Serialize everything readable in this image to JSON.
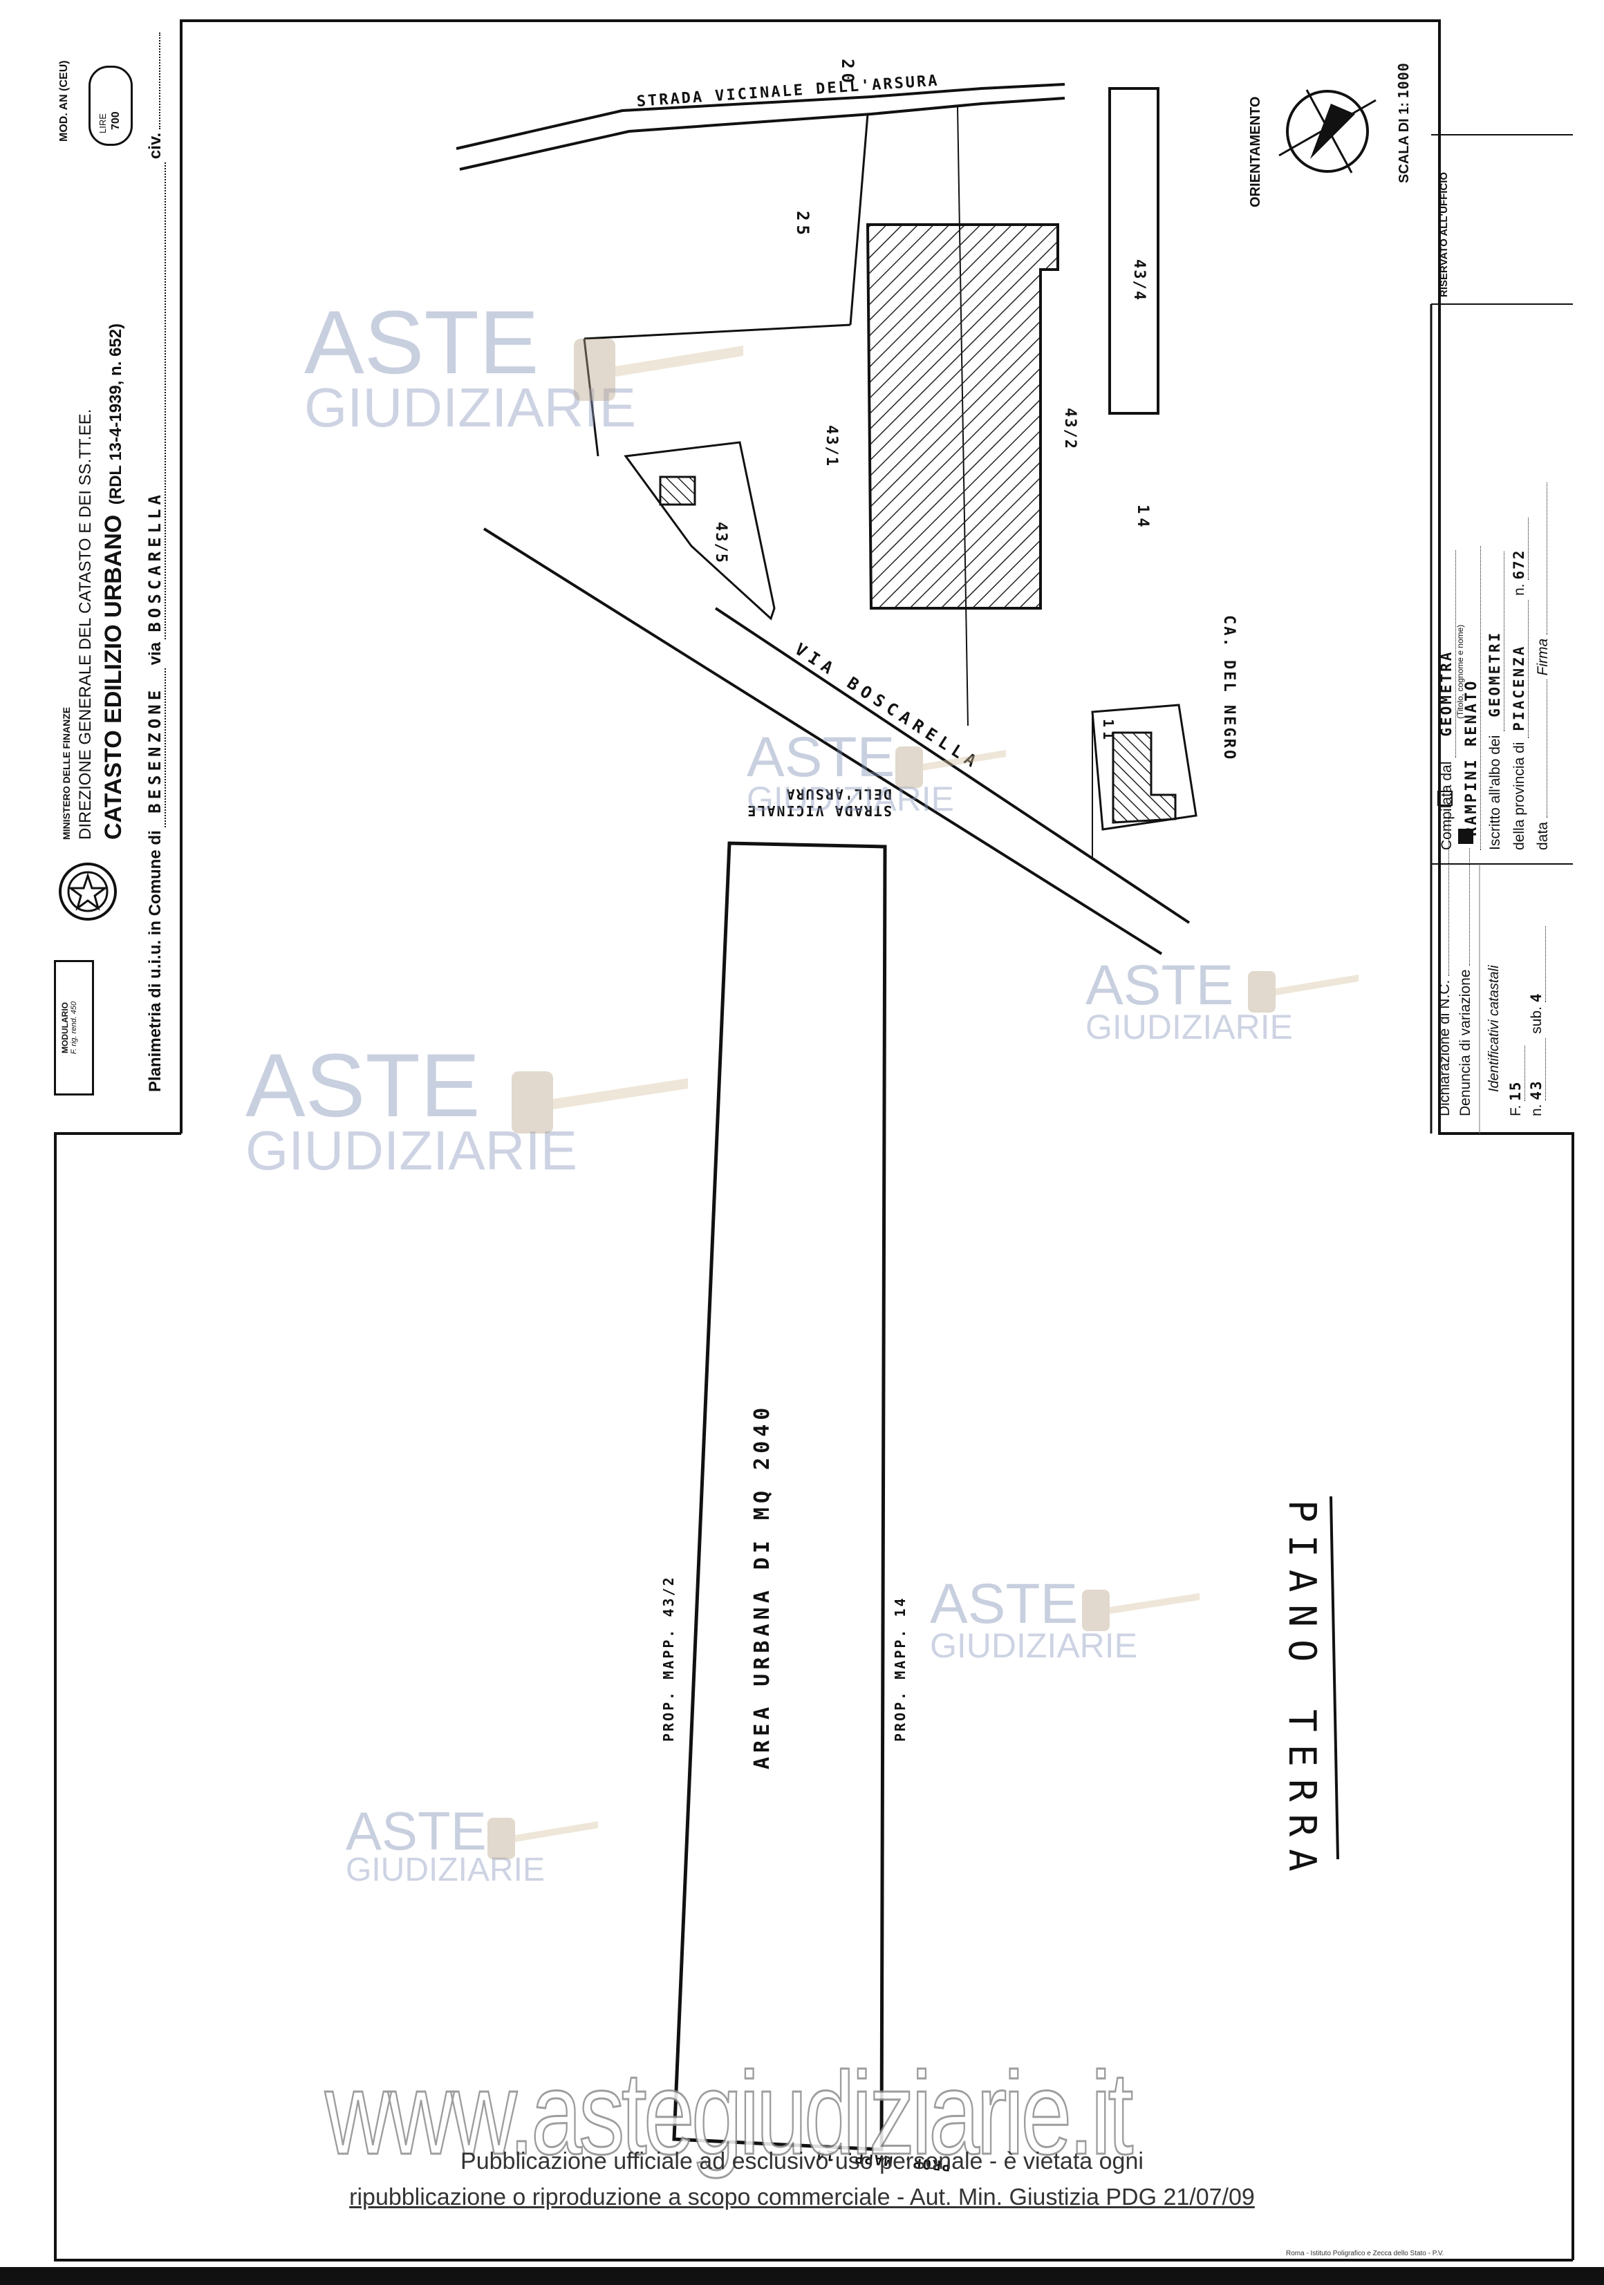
{
  "header": {
    "modulario_label": "MODULARIO",
    "modulario_code": "F. rig. rend. 450",
    "ministry": "MINISTERO DELLE FINANZE",
    "direction": "DIREZIONE GENERALE DEL CATASTO E DEI SS.TT.EE.",
    "catasto": "CATASTO EDILIZIO URBANO",
    "law": "(RDL 13-4-1939, n. 652)",
    "mod": "MOD. AN (CEU)",
    "lire_label": "LIRE",
    "lire_value": "700",
    "plan_prefix": "Planimetria di u.i.u. in Comune di",
    "comune": "BESENZONE",
    "via_label": "via",
    "via_value": "BOSCARELLA",
    "civ_label": "civ."
  },
  "drawing": {
    "strada_top": "STRADA   VICINALE   DELL'ARSURA",
    "strada_lower": "STRADA VICINALE DELL'ARSURA",
    "via_boscarella": "VIA   BOSCARELLA",
    "ca_del_negro": "CA. DEL NEGRO",
    "parcel_20": "20",
    "parcel_25": "25",
    "parcel_43_1": "43/1",
    "parcel_43_2": "43/2",
    "parcel_43_4": "43/4",
    "parcel_43_5": "43/5",
    "parcel_14": "14",
    "parcel_11": "11",
    "area_label": "AREA URBANA DI MQ 2040",
    "prop_left": "PROP. MAPP. 43/2",
    "prop_right": "PROP. MAPP. 14",
    "prop_bottom": "PROP. MAPP. 14",
    "floor": "PIANO TERRA",
    "orientation": "ORIENTAMENTO",
    "scale_label": "SCALA DI 1:",
    "scale_value": "1000",
    "reserved": "RISERVATO ALL'UFFICIO"
  },
  "form": {
    "dichiarazione": "Dichiarazione di N.C.",
    "denuncia": "Denuncia di variazione",
    "identificativi": "Identificativi catastali",
    "f_label": "F.",
    "f_value": "15",
    "n_label": "n.",
    "n_value": "43",
    "sub_label": "sub.",
    "sub_value": "4",
    "compilata_label": "Compilata dal",
    "compilata_value": "GEOMETRA",
    "compilata_hint": "(Titolo, cognome e nome)",
    "name_value": "RAMPINI RENATO",
    "iscritto_label": "Iscritto all'albo dei",
    "iscritto_value": "GEOMETRI",
    "provincia_label": "della provincia di",
    "provincia_value": "PIACENZA",
    "provincia_n_label": "n.",
    "provincia_n_value": "672",
    "data_label": "data",
    "firma_label": "Firma"
  },
  "watermark": {
    "brand_top": "ASTE",
    "brand_bottom": "GIUDIZIARIE",
    "url": "www.astegiudiziarie.it",
    "notice_line1": "Pubblicazione ufficiale ad esclusivo uso personale - è vietata ogni",
    "notice_line2": "ripubblicazione o riproduzione a scopo commerciale - Aut. Min. Giustizia PDG 21/07/09"
  },
  "footer": {
    "printer": "Roma - Istituto Poligrafico e Zecca dello Stato - P.V."
  }
}
